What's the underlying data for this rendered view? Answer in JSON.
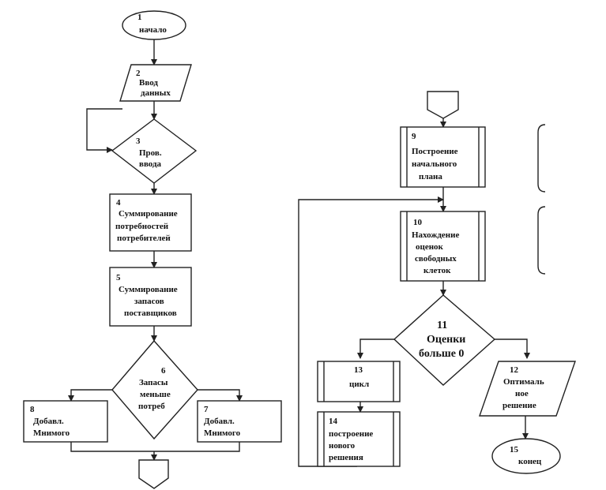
{
  "flowchart": {
    "blocks": {
      "b1": {
        "num": "1",
        "lines": [
          "начало"
        ]
      },
      "b2": {
        "num": "2",
        "lines": [
          "Ввод",
          "данных"
        ]
      },
      "b3": {
        "num": "3",
        "lines": [
          "Пров.",
          "ввода"
        ]
      },
      "b4": {
        "num": "4",
        "lines": [
          "Суммирование",
          "потребностей",
          "потребителей"
        ]
      },
      "b5": {
        "num": "5",
        "lines": [
          "Суммирование",
          "запасов",
          "поставщиков"
        ]
      },
      "b6": {
        "num": "6",
        "lines": [
          "Запасы",
          "меньше",
          "потреб"
        ]
      },
      "b7": {
        "num": "7",
        "lines": [
          "Добавл.",
          "Мнимого"
        ]
      },
      "b8": {
        "num": "8",
        "lines": [
          "Добавл.",
          "Мнимого"
        ]
      },
      "b9": {
        "num": "9",
        "lines": [
          "Построение",
          "начального",
          "плана"
        ]
      },
      "b10": {
        "num": "10",
        "lines": [
          "Нахождение",
          "оценок",
          "свободных",
          "клеток"
        ]
      },
      "b11": {
        "num": "11",
        "lines": [
          "Оценки",
          "больше 0"
        ]
      },
      "b12": {
        "num": "12",
        "lines": [
          "Оптималь",
          "ное",
          "решение"
        ]
      },
      "b13": {
        "num": "13",
        "lines": [
          "цикл"
        ]
      },
      "b14": {
        "num": "14",
        "lines": [
          "построение",
          "нового",
          "решения"
        ]
      },
      "b15": {
        "num": "15",
        "lines": [
          "конец"
        ]
      }
    }
  }
}
